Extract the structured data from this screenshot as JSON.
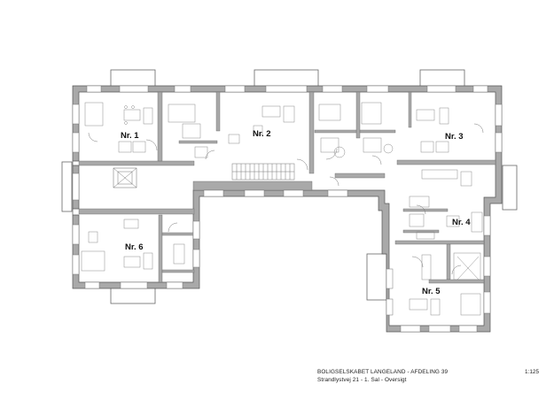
{
  "units": [
    {
      "id": "nr1",
      "label": "Nr. 1"
    },
    {
      "id": "nr2",
      "label": "Nr. 2"
    },
    {
      "id": "nr3",
      "label": "Nr. 3"
    },
    {
      "id": "nr4",
      "label": "Nr. 4"
    },
    {
      "id": "nr5",
      "label": "Nr. 5"
    },
    {
      "id": "nr6",
      "label": "Nr. 6"
    }
  ],
  "title_block": {
    "line1": "BOLIGSELSKABET LANGELAND - AFDELING 39",
    "line2": "Strandlystvej 21 - 1. Sal - Oversigt",
    "scale": "1:125"
  },
  "colors": {
    "wall": "#a9a9a9",
    "wall_outline": "#555555",
    "line": "#6a6a6a"
  }
}
